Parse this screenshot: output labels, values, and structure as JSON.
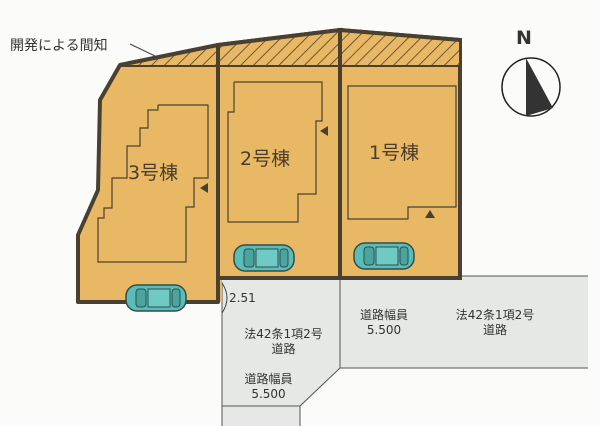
{
  "annotation": {
    "setback_label": "開発による間知"
  },
  "compass": {
    "label": "N",
    "icon": "north-arrow-icon"
  },
  "lots": [
    {
      "label": "1号棟",
      "entrance": "triangle-up"
    },
    {
      "label": "2号棟",
      "entrance": "triangle-left"
    },
    {
      "label": "3号棟",
      "entrance": "triangle-left"
    }
  ],
  "roads": {
    "left": {
      "width_label": "2.51",
      "type": "法42条1項2号",
      "type2": "道路",
      "width_title": "道路幅員",
      "width_value": "5.500"
    },
    "right": {
      "width_title": "道路幅員",
      "width_value": "5.500",
      "type": "法42条1項2号",
      "type2": "道路"
    }
  },
  "colors": {
    "lot": "#e9b865",
    "border": "#4a4031",
    "road": "#e6e8e6",
    "car": "#5bbcb8"
  }
}
